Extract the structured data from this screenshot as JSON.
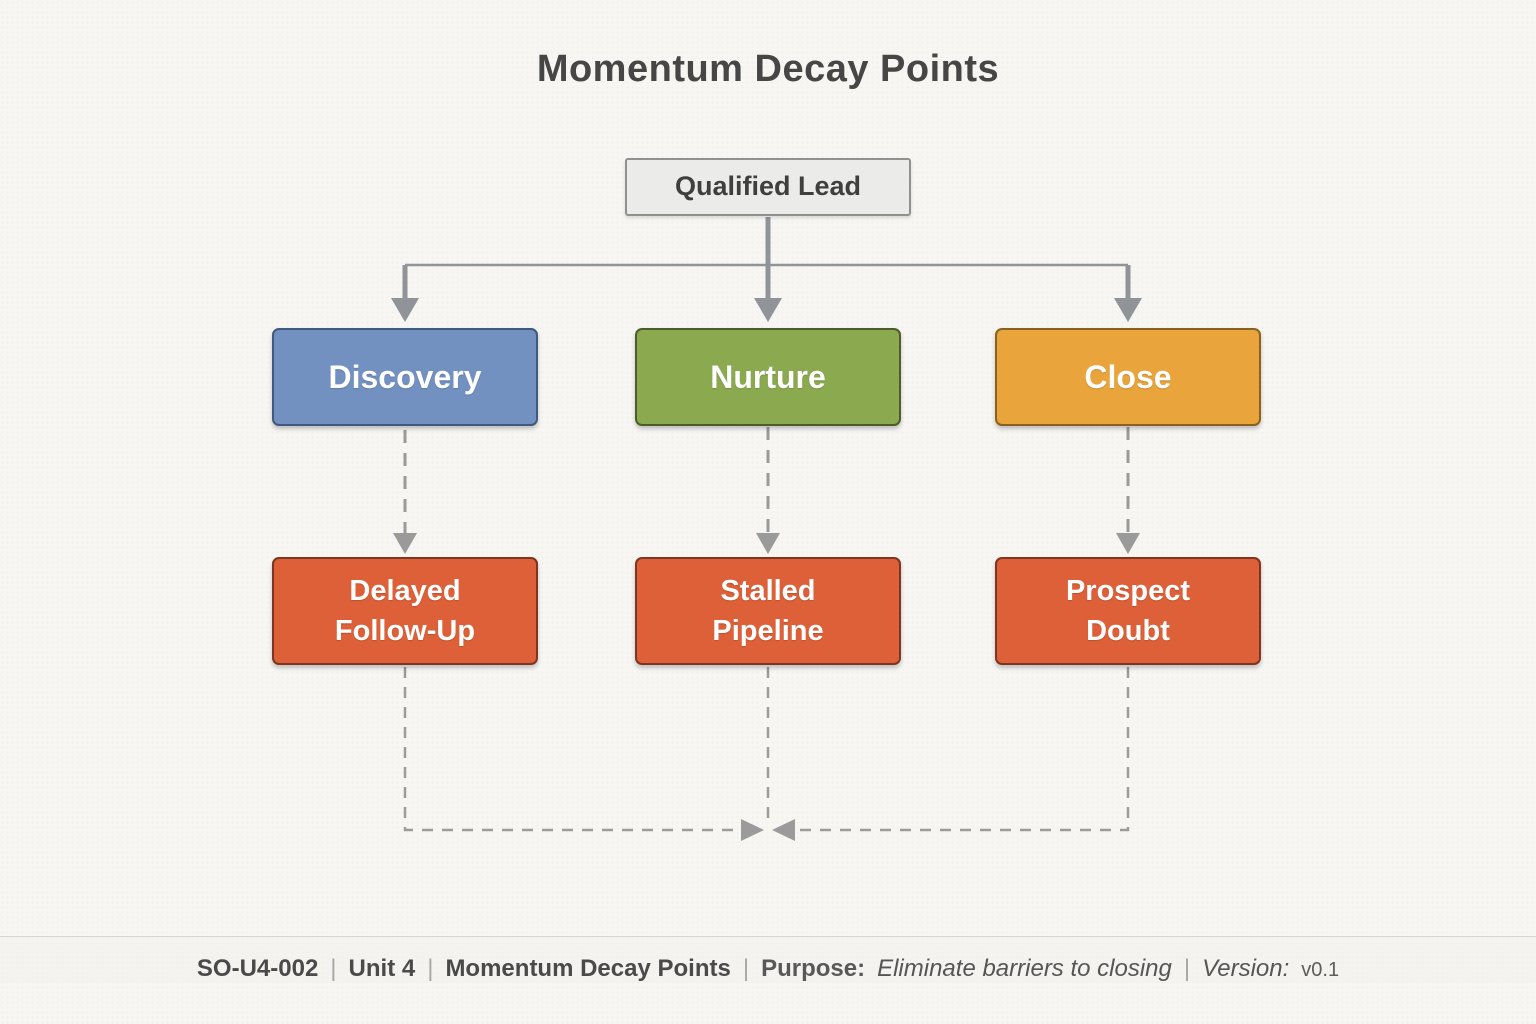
{
  "title": "Momentum Decay Points",
  "flowchart": {
    "root": {
      "label": "Qualified Lead"
    },
    "stages": [
      {
        "label": "Discovery",
        "color": "#7291c0"
      },
      {
        "label": "Nurture",
        "color": "#8ba94f"
      },
      {
        "label": "Close",
        "color": "#e9a43c"
      }
    ],
    "decay_points": [
      {
        "label": "Delayed\nFollow-Up",
        "color": "#dd6038"
      },
      {
        "label": "Stalled\nPipeline",
        "color": "#dd6038"
      },
      {
        "label": "Prospect\nDoubt",
        "color": "#dd6038"
      }
    ]
  },
  "footer": {
    "doc_id": "SO-U4-002",
    "separator": "|",
    "unit": "Unit 4",
    "doc_title": "Momentum Decay Points",
    "purpose_label": "Purpose:",
    "purpose_value": "Eliminate barriers to closing",
    "version_label": "Version:",
    "version_value": "v0.1"
  },
  "colors": {
    "background": "#f7f6f3",
    "connector": "#909398",
    "title_text": "#464646"
  }
}
